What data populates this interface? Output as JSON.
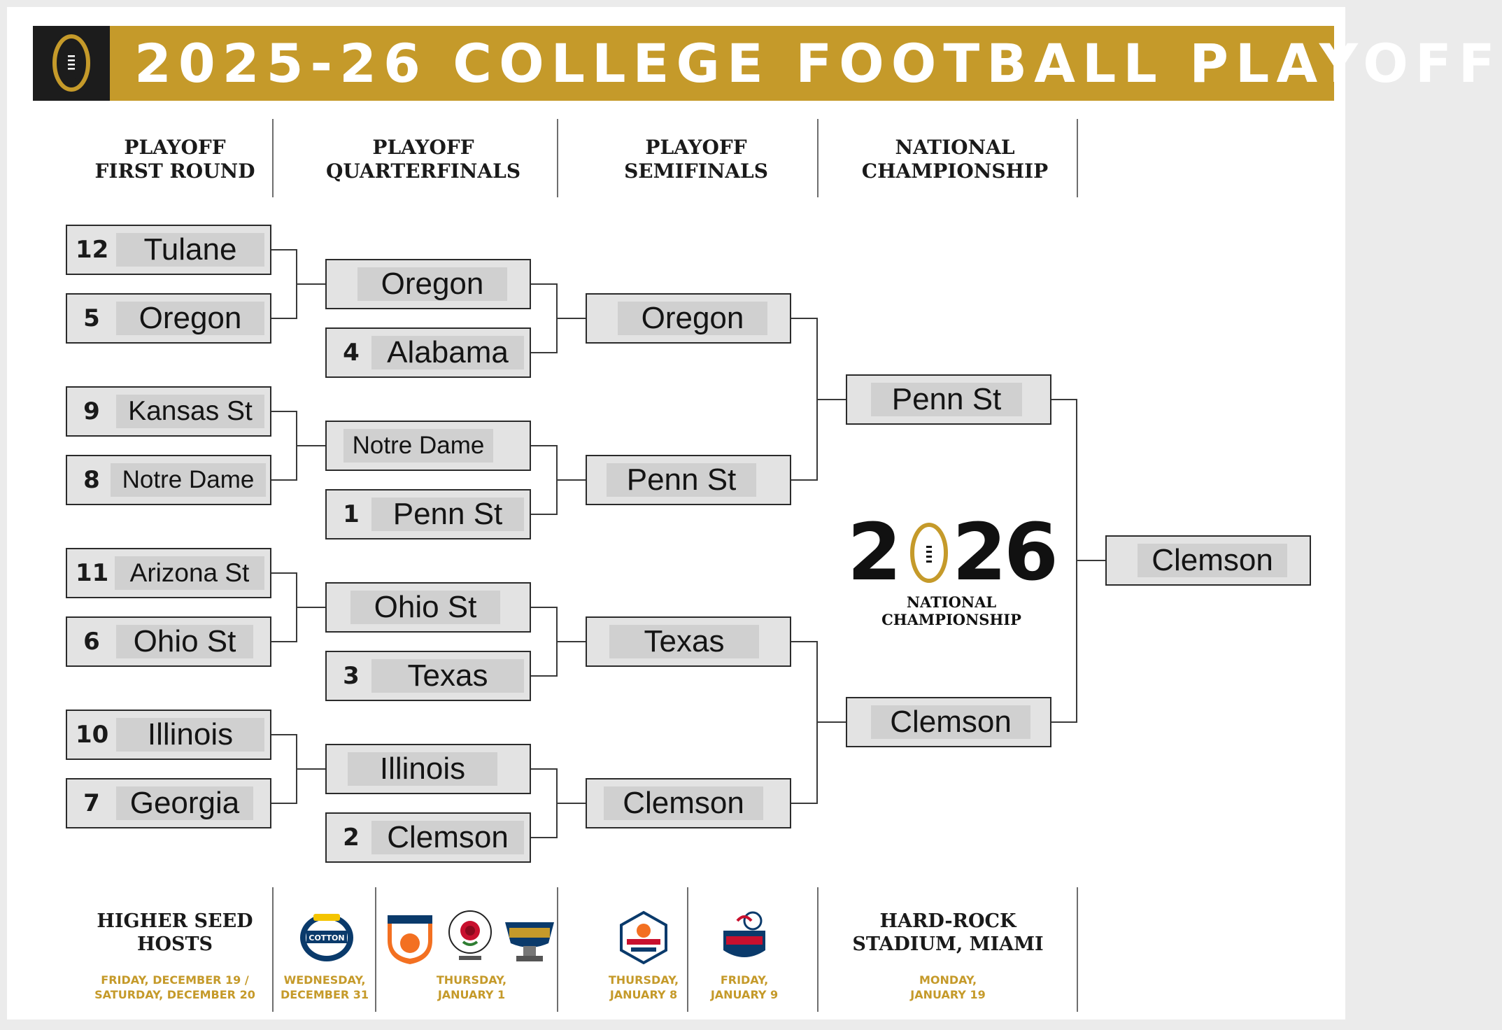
{
  "header": {
    "title": "2025-26 COLLEGE FOOTBALL PLAYOFF",
    "logo_icon": "cfp-trophy-logo-icon"
  },
  "rounds": [
    {
      "title": "PLAYOFF\nFIRST ROUND"
    },
    {
      "title": "PLAYOFF\nQUARTERFINALS"
    },
    {
      "title": "PLAYOFF\nSEMIFINALS"
    },
    {
      "title": "NATIONAL\nCHAMPIONSHIP"
    }
  ],
  "bracket": {
    "first_round": [
      {
        "seed": "12",
        "team": "Tulane"
      },
      {
        "seed": "5",
        "team": "Oregon"
      },
      {
        "seed": "9",
        "team": "Kansas St"
      },
      {
        "seed": "8",
        "team": "Notre Dame"
      },
      {
        "seed": "11",
        "team": "Arizona St"
      },
      {
        "seed": "6",
        "team": "Ohio St"
      },
      {
        "seed": "10",
        "team": "Illinois"
      },
      {
        "seed": "7",
        "team": "Georgia"
      }
    ],
    "quarterfinals": [
      {
        "seed": "",
        "team": "Oregon"
      },
      {
        "seed": "4",
        "team": "Alabama"
      },
      {
        "seed": "",
        "team": "Notre Dame"
      },
      {
        "seed": "1",
        "team": "Penn St"
      },
      {
        "seed": "",
        "team": "Ohio St"
      },
      {
        "seed": "3",
        "team": "Texas"
      },
      {
        "seed": "",
        "team": "Illinois"
      },
      {
        "seed": "2",
        "team": "Clemson"
      }
    ],
    "semifinals": [
      {
        "team": "Oregon"
      },
      {
        "team": "Penn St"
      },
      {
        "team": "Texas"
      },
      {
        "team": "Clemson"
      }
    ],
    "championship": [
      {
        "team": "Penn St"
      },
      {
        "team": "Clemson"
      }
    ],
    "champion": {
      "team": "Clemson"
    }
  },
  "championship_logo": {
    "year_left": "2",
    "year_right": "26",
    "label": "NATIONAL CHAMPIONSHIP"
  },
  "footer": {
    "host": {
      "title": "HIGHER SEED\nHOSTS",
      "date": "FRIDAY, DECEMBER 19 /\nSATURDAY, DECEMBER 20"
    },
    "quarter_a": {
      "date": "WEDNESDAY,\nDECEMBER 31",
      "bowls": [
        "cotton-bowl-logo-icon"
      ]
    },
    "quarter_b": {
      "date": "THURSDAY,\nJANUARY 1",
      "bowls": [
        "orange-bowl-logo-icon",
        "rose-bowl-logo-icon",
        "sugar-bowl-logo-icon"
      ]
    },
    "semi_a": {
      "date": "THURSDAY,\nJANUARY 8",
      "bowls": [
        "fiesta-bowl-logo-icon"
      ]
    },
    "semi_b": {
      "date": "FRIDAY,\nJANUARY 9",
      "bowls": [
        "peach-bowl-logo-icon"
      ]
    },
    "final": {
      "title": "HARD-ROCK\nSTADIUM, MIAMI",
      "date": "MONDAY,\nJANUARY 19"
    }
  },
  "colors": {
    "gold": "#c59a2a",
    "dark": "#1c1c1c",
    "box": "#e3e3e3",
    "name_fill": "#d0d0d0"
  }
}
